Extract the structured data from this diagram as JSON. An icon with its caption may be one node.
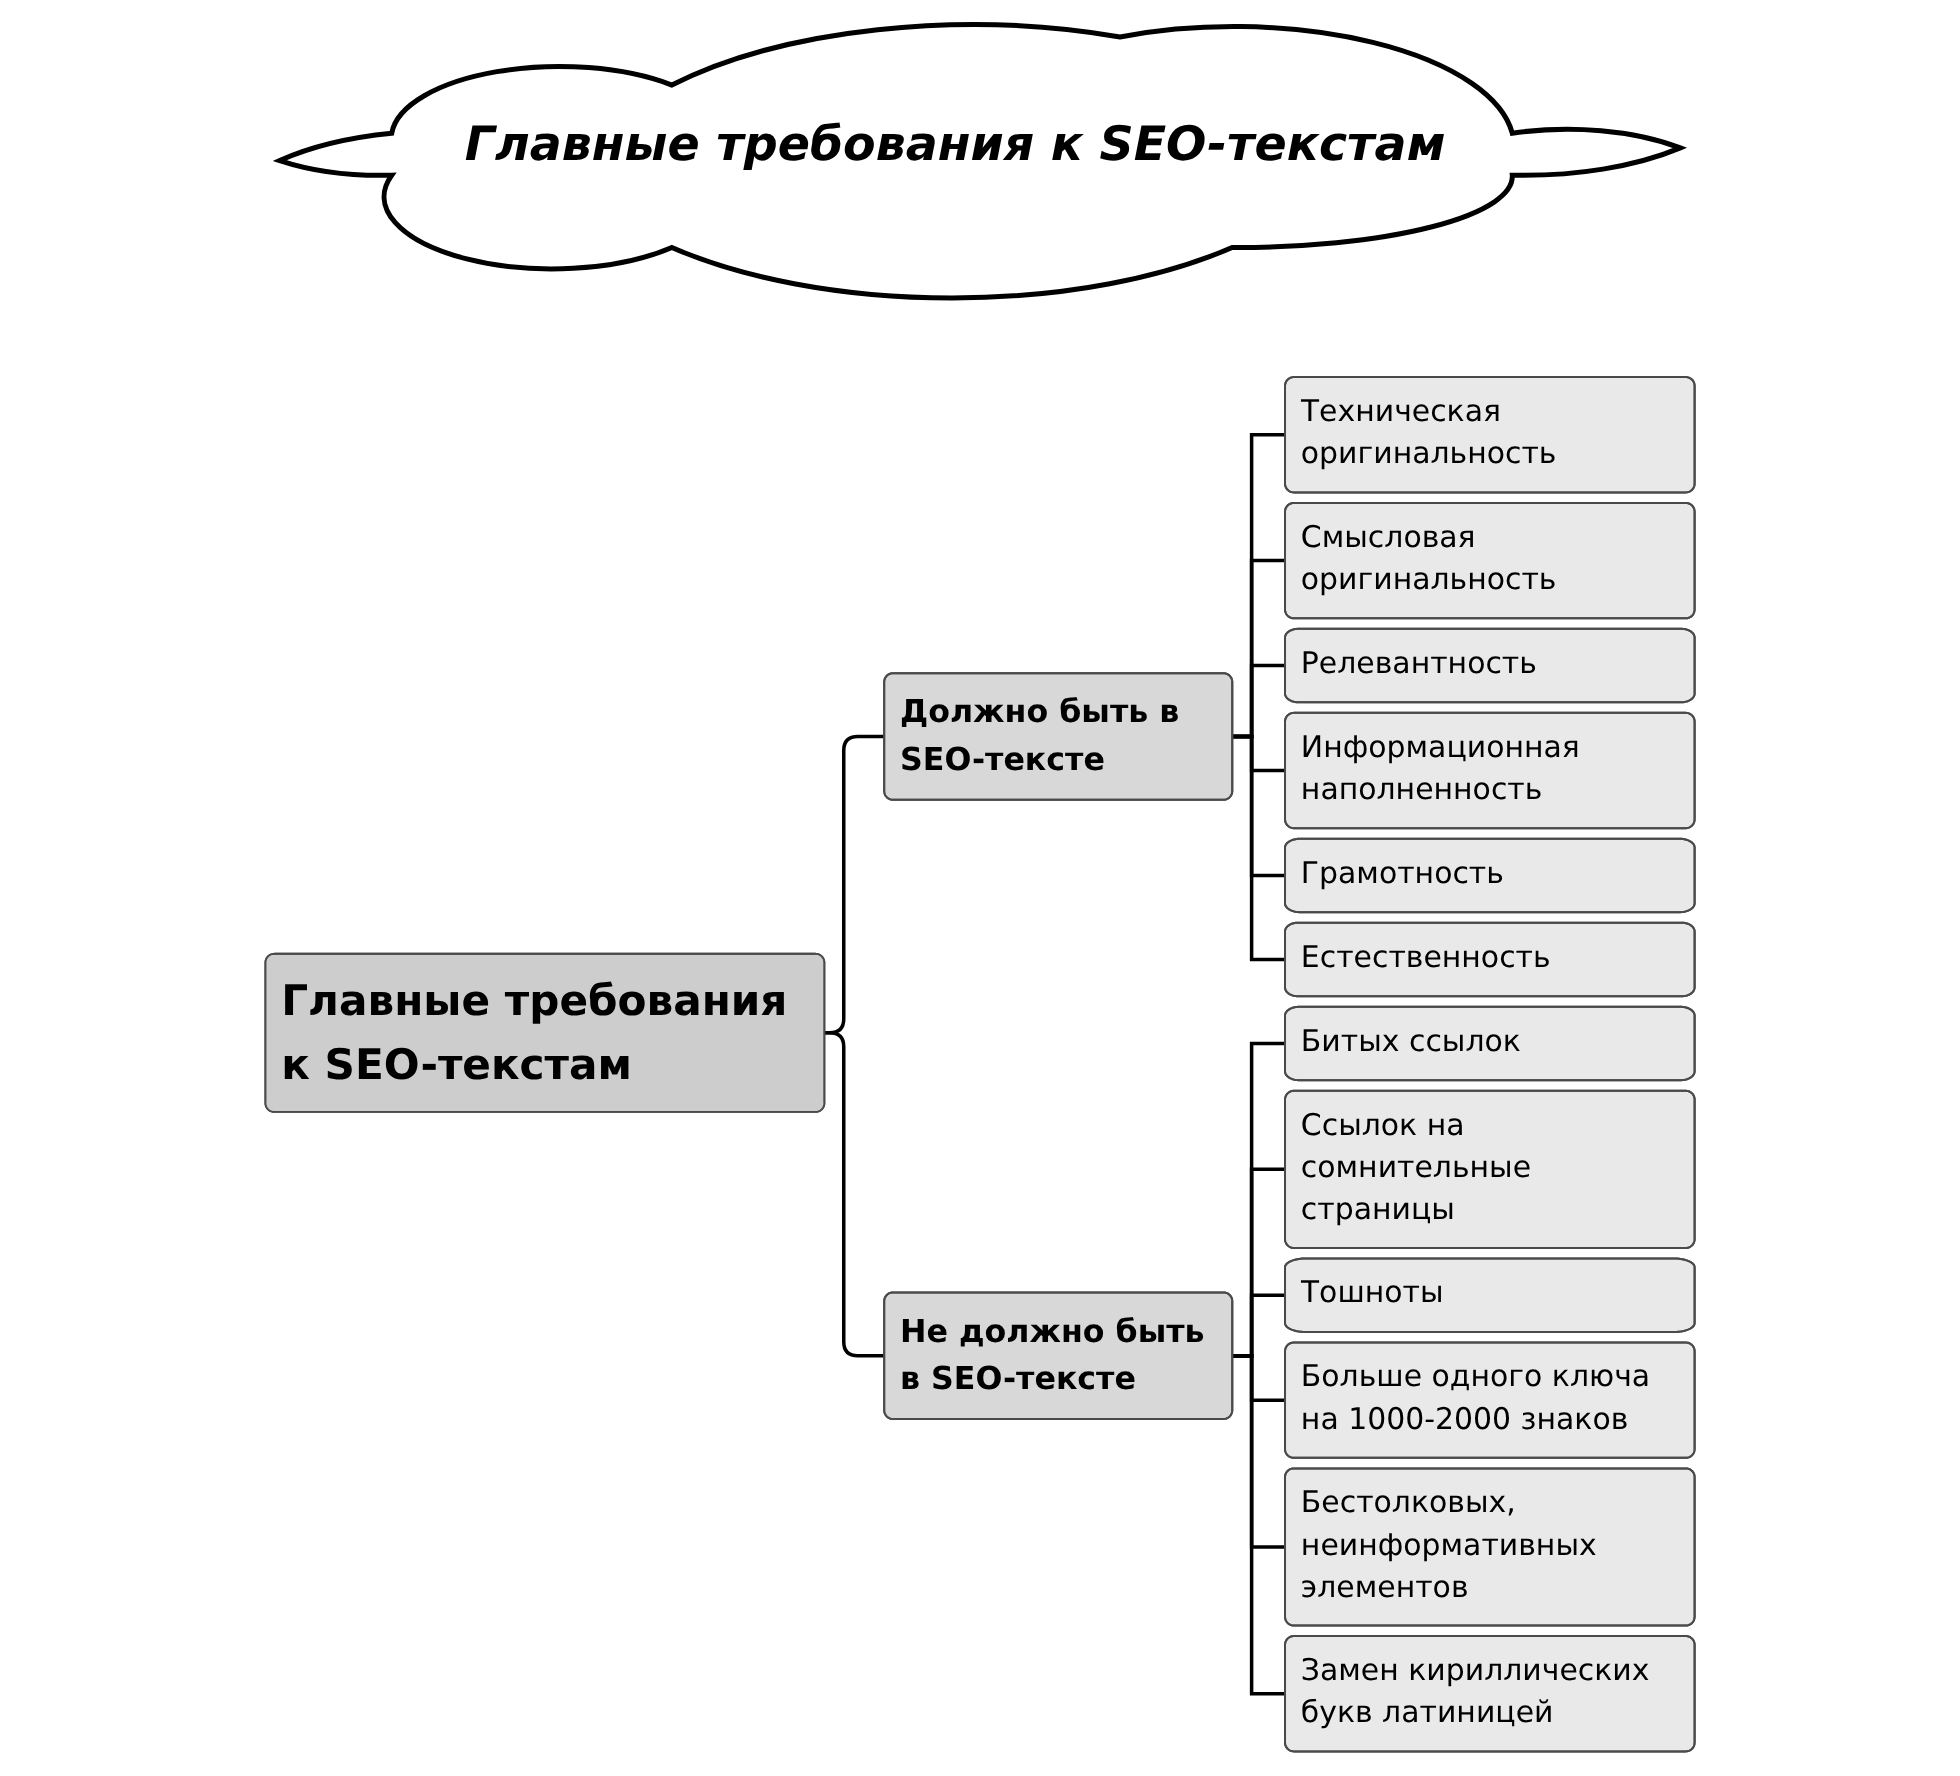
{
  "diagram": {
    "nodes": [
      {
        "text": [
          "Главные требования к SEO-текстам"
        ]
      },
      {
        "text": [
          "Главные требования к SEO-текстам"
        ]
      },
      {
        "text": [
          "Должно быть в SEO-тексте"
        ]
      },
      {
        "text": [
          "Техническая оригинальность"
        ]
      },
      {
        "text": [
          "Смысловая оригинальность"
        ]
      },
      {
        "text": [
          "Релевантность"
        ]
      },
      {
        "text": [
          "Информационная наполненность"
        ]
      },
      {
        "text": [
          "Грамотность"
        ]
      },
      {
        "text": [
          "Естественность"
        ]
      },
      {
        "text": [
          "Не должно быть в SEO-тексте"
        ]
      },
      {
        "text": [
          "Битых ссылок"
        ]
      },
      {
        "text": [
          "Ссылок на сомнительные страницы"
        ]
      },
      {
        "text": [
          "Тошноты"
        ]
      },
      {
        "text": [
          "Больше одного ключа на 1000-2000 знаков"
        ]
      },
      {
        "text": [
          "Бестолковых, неинформативных элементов"
        ]
      },
      {
        "text": [
          "Замен кириллических букв латиницей"
        ]
      }
    ],
    "edges": [
      {
        "from": 1,
        "to": 2,
        "arrow": "none"
      },
      {
        "from": 1,
        "to": 9,
        "arrow": "none"
      },
      {
        "from": 2,
        "to": 3,
        "arrow": "none"
      },
      {
        "from": 2,
        "to": 4,
        "arrow": "none"
      },
      {
        "from": 2,
        "to": 5,
        "arrow": "none"
      },
      {
        "from": 2,
        "to": 6,
        "arrow": "none"
      },
      {
        "from": 2,
        "to": 7,
        "arrow": "none"
      },
      {
        "from": 2,
        "to": 8,
        "arrow": "none"
      },
      {
        "from": 9,
        "to": 10,
        "arrow": "none"
      },
      {
        "from": 9,
        "to": 11,
        "arrow": "none"
      },
      {
        "from": 9,
        "to": 12,
        "arrow": "none"
      },
      {
        "from": 9,
        "to": 13,
        "arrow": "none"
      },
      {
        "from": 9,
        "to": 14,
        "arrow": "none"
      },
      {
        "from": 9,
        "to": 15,
        "arrow": "none"
      }
    ]
  }
}
